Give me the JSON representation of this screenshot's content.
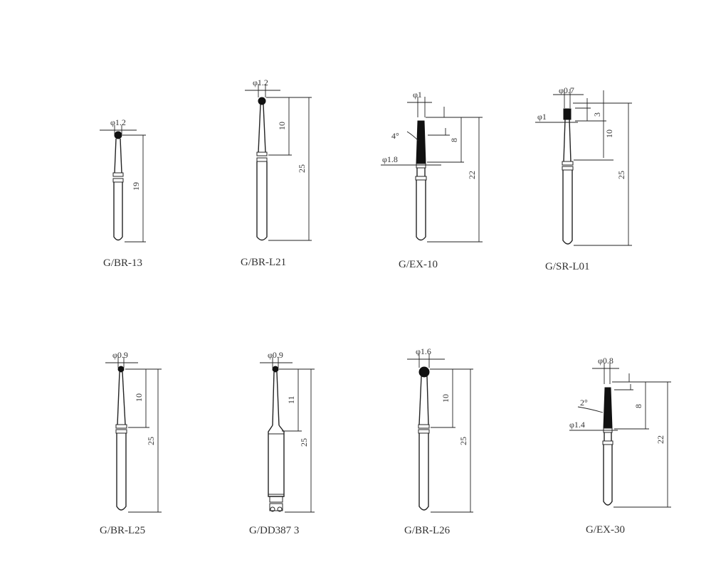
{
  "background": "#ffffff",
  "line_color": "#222222",
  "burs": [
    {
      "code": "G/BR-13",
      "head_dia": "φ1.2",
      "dims": [
        "19"
      ]
    },
    {
      "code": "G/BR-L21",
      "head_dia": "φ1.2",
      "dims": [
        "10",
        "25"
      ]
    },
    {
      "code": "G/EX-10",
      "head_dia": "φ1",
      "base_dia": "φ1.8",
      "angle": "4°",
      "dims": [
        "8",
        "22"
      ]
    },
    {
      "code": "G/SR-L01",
      "head_dia": "φ0.7",
      "base_dia": "φ1",
      "dims": [
        "3",
        "10",
        "25"
      ]
    },
    {
      "code": "G/BR-L25",
      "head_dia": "φ0.9",
      "dims": [
        "10",
        "25"
      ]
    },
    {
      "code": "G/DD387 3",
      "head_dia": "φ0.9",
      "dims": [
        "11",
        "25"
      ]
    },
    {
      "code": "G/BR-L26",
      "head_dia": "φ1.6",
      "dims": [
        "10",
        "25"
      ]
    },
    {
      "code": "G/EX-30",
      "head_dia": "φ0.8",
      "base_dia": "φ1.4",
      "angle": "2°",
      "dims": [
        "8",
        "22"
      ]
    }
  ]
}
